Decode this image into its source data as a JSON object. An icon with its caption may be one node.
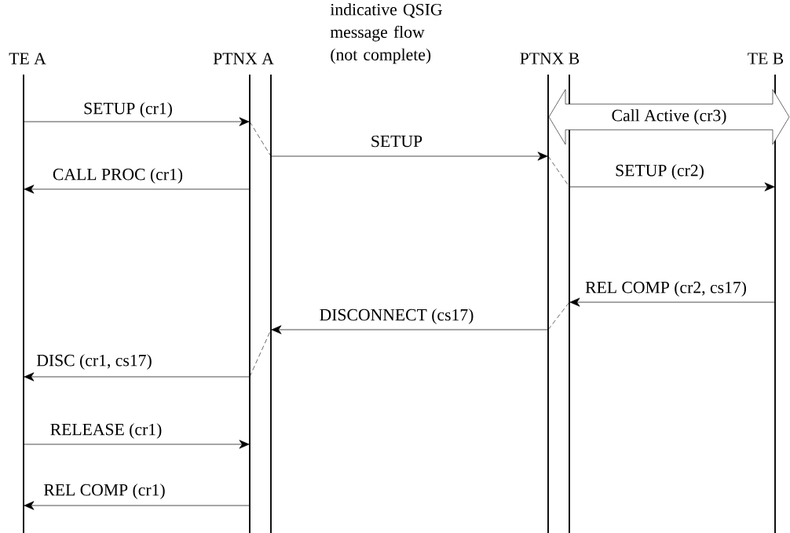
{
  "diagram": {
    "nodes": [
      {
        "text": [
          "TE A"
        ]
      },
      {
        "text": [
          "PTNX A"
        ]
      },
      {
        "text": [
          "PTNX B"
        ]
      },
      {
        "text": [
          "TE B"
        ]
      },
      {
        "text": [
          "Call Active (cr3)"
        ]
      }
    ],
    "edges": [
      {
        "from": 0,
        "to": 1,
        "arrow": "to",
        "label": "SETUP (cr1)"
      },
      {
        "from": 1,
        "to": 2,
        "arrow": "to",
        "label": "SETUP"
      },
      {
        "from": 1,
        "to": 0,
        "arrow": "to",
        "label": "CALL PROC (cr1)"
      },
      {
        "from": 2,
        "to": 3,
        "arrow": "to",
        "label": "SETUP (cr2)"
      },
      {
        "from": 3,
        "to": 2,
        "arrow": "to",
        "label": "REL COMP (cr2, cs17)"
      },
      {
        "from": 2,
        "to": 1,
        "arrow": "to",
        "label": "DISCONNECT (cs17)"
      },
      {
        "from": 1,
        "to": 0,
        "arrow": "to",
        "label": "DISC (cr1, cs17)"
      },
      {
        "from": 0,
        "to": 1,
        "arrow": "to",
        "label": "RELEASE (cr1)"
      },
      {
        "from": 1,
        "to": 0,
        "arrow": "to",
        "label": "REL COMP (cr1)"
      }
    ],
    "labels": [
      "indicative QSIG message flow (not complete)"
    ]
  }
}
